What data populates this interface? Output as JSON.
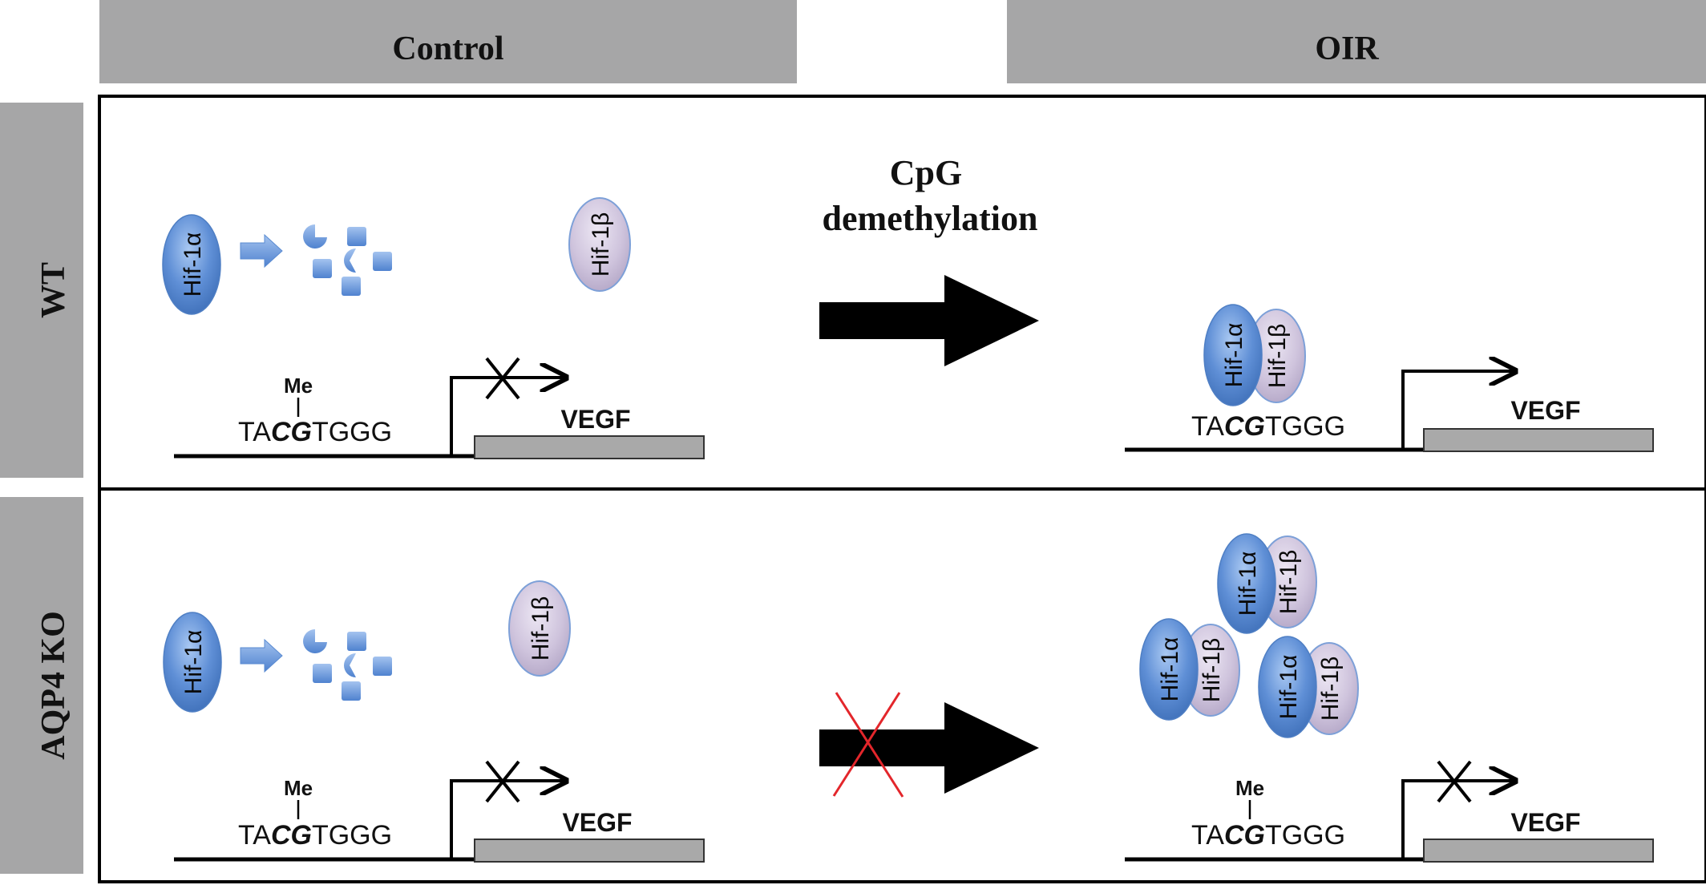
{
  "columns": {
    "control": "Control",
    "oir": "OIR"
  },
  "rows": {
    "wt": "WT",
    "ko": "AQP4 KO"
  },
  "arrow_label": {
    "line1": "CpG",
    "line2": "demethylation"
  },
  "labels": {
    "hif1a": "Hif-1α",
    "hif1b": "Hif-1β",
    "me": "Me",
    "seq_left": "TA",
    "seq_cg": "CG",
    "seq_right": "TGGG",
    "gene": "VEGF"
  },
  "colors": {
    "header_gray": "#a6a6a7",
    "hif1a_blue": "#5f8fd6",
    "hif1b_lilac": "#cfc4dd",
    "fragment_blue": "#6b9be0",
    "gene_box_gray": "#a9a9a9",
    "block_red": "#e3262b"
  }
}
